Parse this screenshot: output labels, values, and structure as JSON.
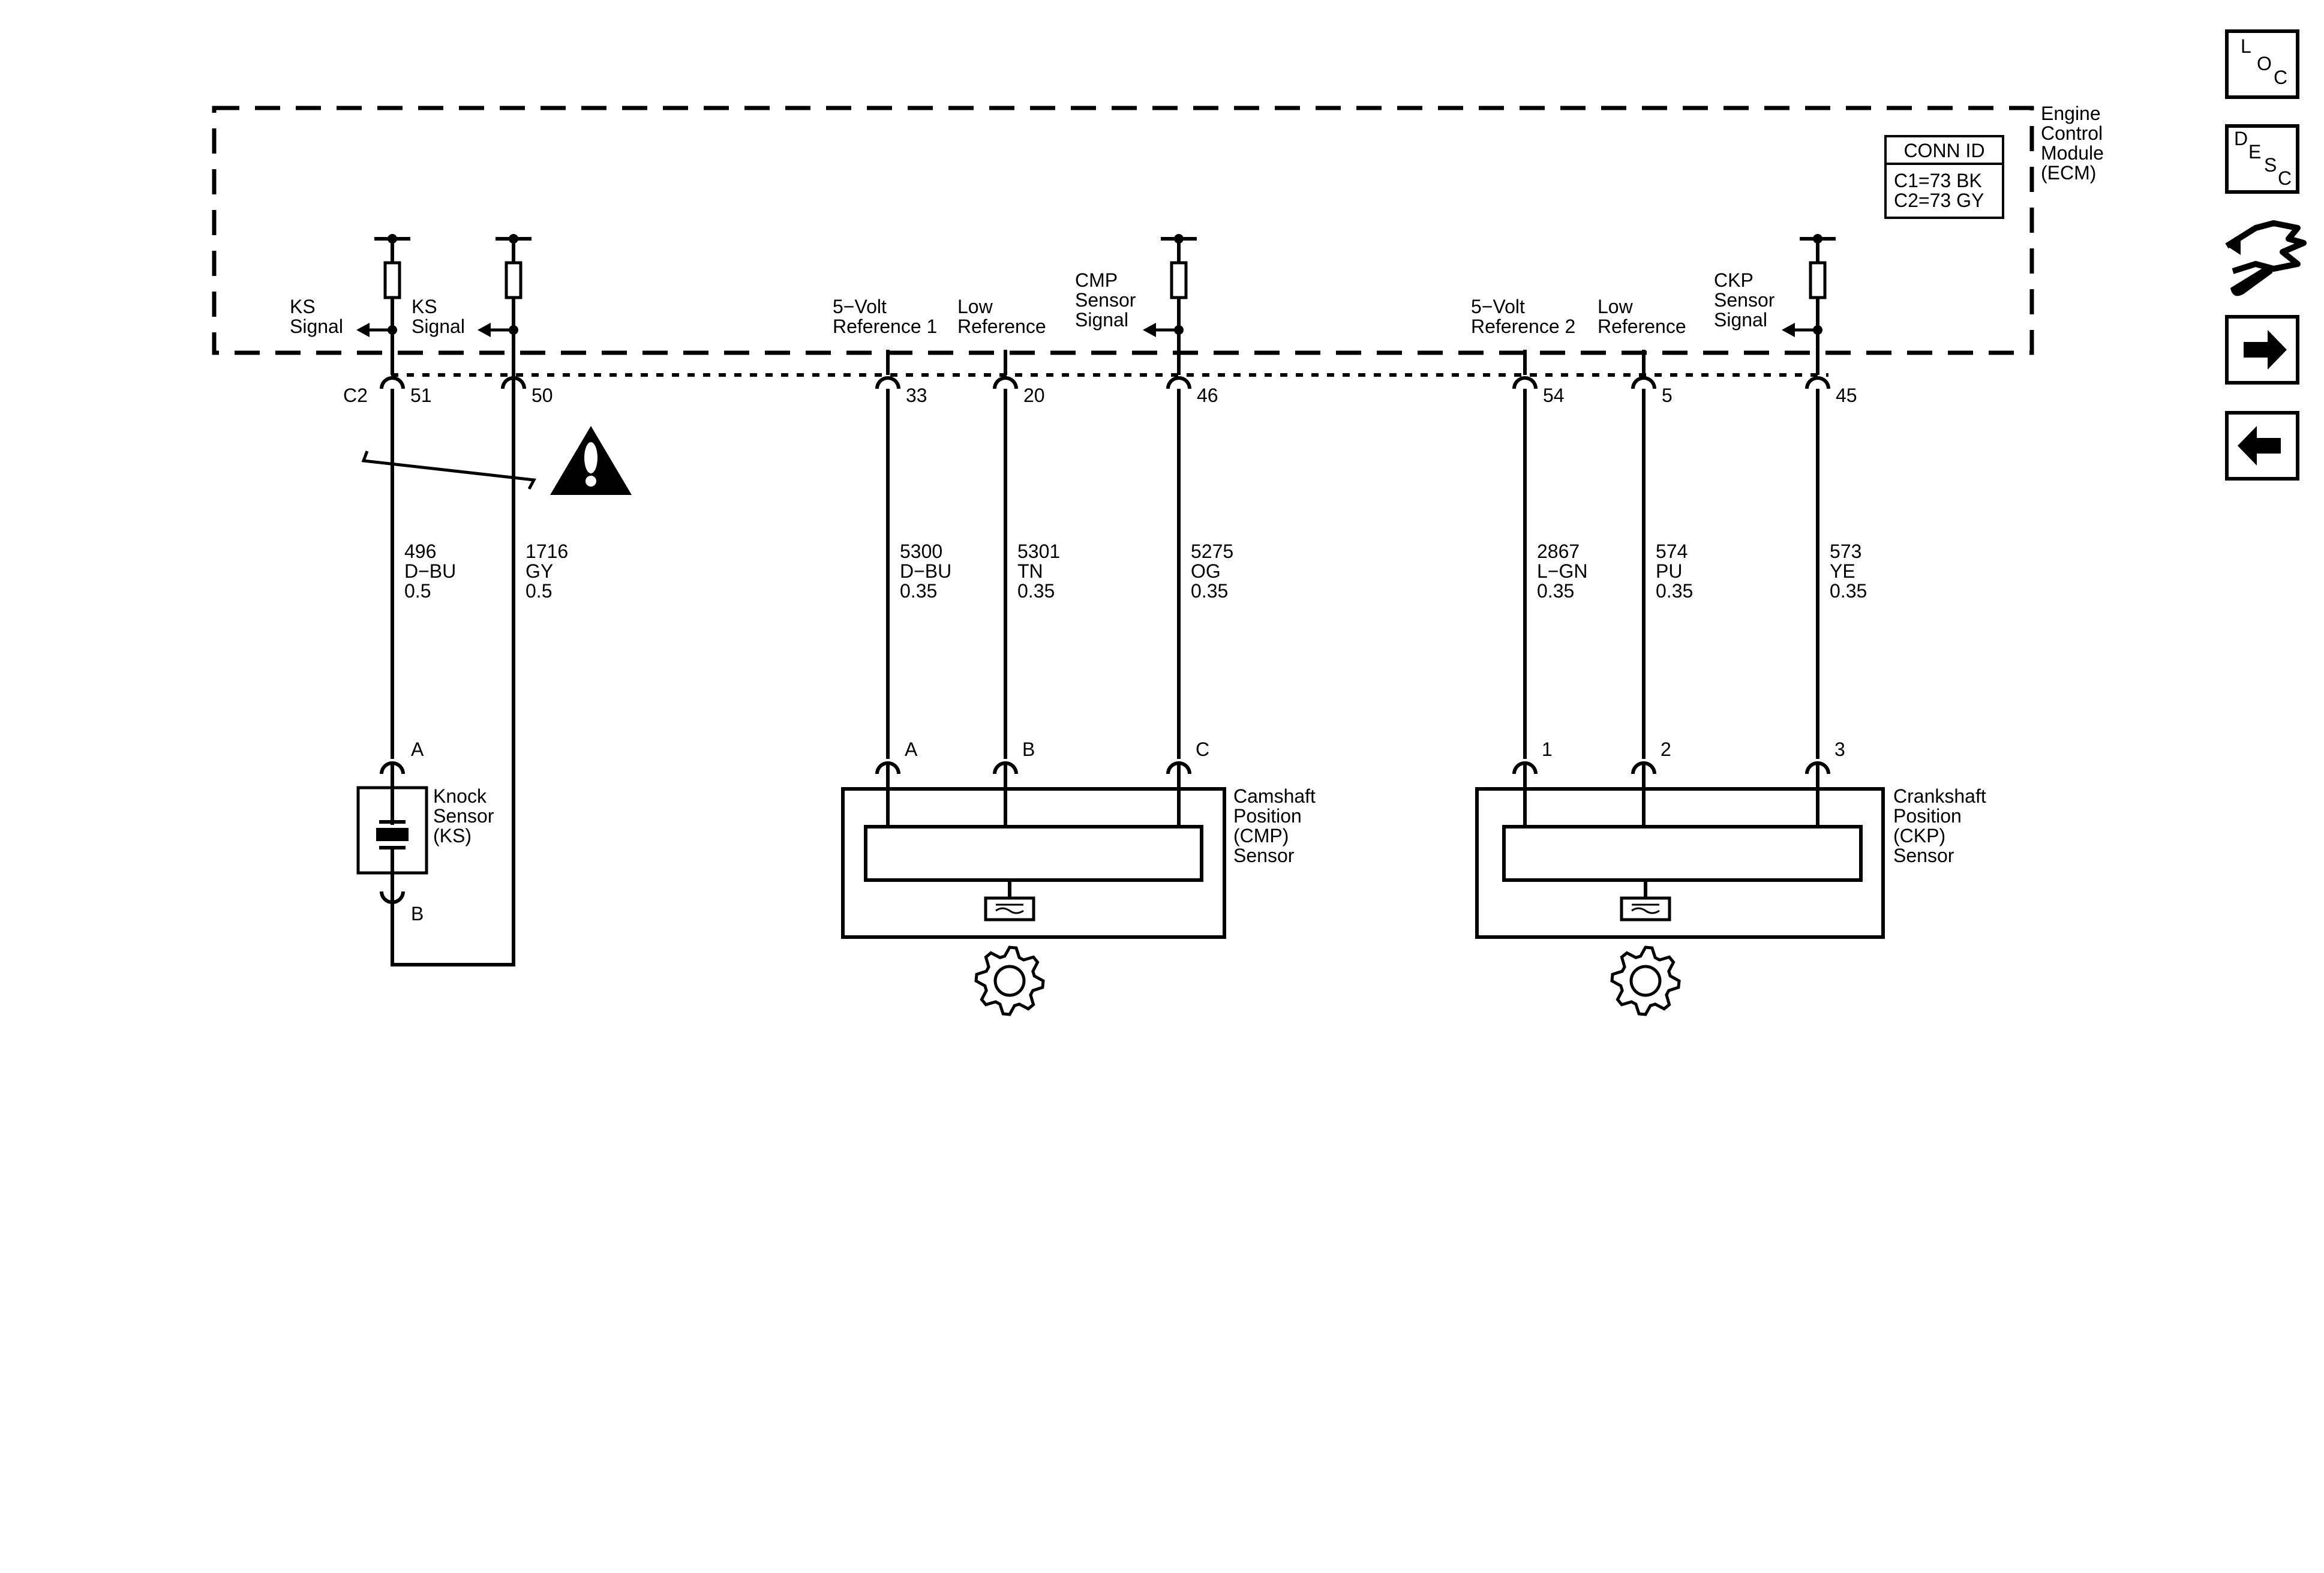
{
  "module": {
    "name_lines": [
      "Engine",
      "Control",
      "Module",
      "(ECM)"
    ],
    "conn_id": {
      "title": "CONN ID",
      "lines": [
        "C1=73 BK",
        "C2=73 GY"
      ]
    },
    "connector": "C2"
  },
  "ecm_pins": [
    {
      "pin": "51",
      "label": [
        "KS",
        "Signal"
      ]
    },
    {
      "pin": "50",
      "label": [
        "KS",
        "Signal"
      ]
    },
    {
      "pin": "33",
      "label": [
        "5−Volt",
        "Reference 1"
      ]
    },
    {
      "pin": "20",
      "label": [
        "Low",
        "Reference"
      ]
    },
    {
      "pin": "46",
      "label": [
        "CMP",
        "Sensor",
        "Signal"
      ]
    },
    {
      "pin": "54",
      "label": [
        "5−Volt",
        "Reference 2"
      ]
    },
    {
      "pin": "5",
      "label": [
        "Low",
        "Reference"
      ]
    },
    {
      "pin": "45",
      "label": [
        "CKP",
        "Sensor",
        "Signal"
      ]
    }
  ],
  "wires": [
    {
      "circuit": "496",
      "color": "D−BU",
      "gauge": "0.5"
    },
    {
      "circuit": "1716",
      "color": "GY",
      "gauge": "0.5"
    },
    {
      "circuit": "5300",
      "color": "D−BU",
      "gauge": "0.35"
    },
    {
      "circuit": "5301",
      "color": "TN",
      "gauge": "0.35"
    },
    {
      "circuit": "5275",
      "color": "OG",
      "gauge": "0.35"
    },
    {
      "circuit": "2867",
      "color": "L−GN",
      "gauge": "0.35"
    },
    {
      "circuit": "574",
      "color": "PU",
      "gauge": "0.35"
    },
    {
      "circuit": "573",
      "color": "YE",
      "gauge": "0.35"
    }
  ],
  "components": {
    "knock": {
      "name": [
        "Knock",
        "Sensor",
        "(KS)"
      ],
      "pins": [
        "A",
        "B"
      ]
    },
    "cmp": {
      "name": [
        "Camshaft",
        "Position",
        "(CMP)",
        "Sensor"
      ],
      "pins": [
        "A",
        "B",
        "C"
      ]
    },
    "ckp": {
      "name": [
        "Crankshaft",
        "Position",
        "(CKP)",
        "Sensor"
      ],
      "pins": [
        "1",
        "2",
        "3"
      ]
    }
  },
  "nav": {
    "loc": [
      "L",
      "O",
      "C"
    ],
    "desc": [
      "D",
      "E",
      "S",
      "C"
    ],
    "icons": [
      "connector-harness-icon",
      "arrow-right-icon",
      "arrow-left-icon"
    ]
  },
  "warning_icon": "warning-triangle-icon"
}
